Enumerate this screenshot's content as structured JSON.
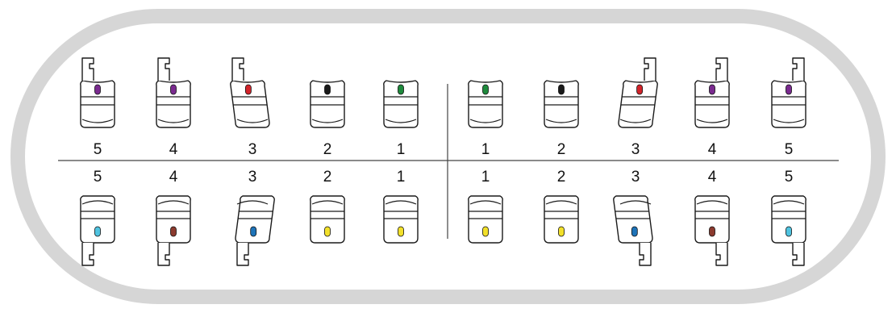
{
  "colors": {
    "frame": "#d6d6d6",
    "outline": "#1a1a1a",
    "divider": "#444444"
  },
  "upper_arch": [
    {
      "label": "5",
      "dot": "#7a2a8f",
      "hook": "upper-left"
    },
    {
      "label": "4",
      "dot": "#7a2a8f",
      "hook": "upper-left"
    },
    {
      "label": "3",
      "dot": "#d2232a",
      "hook": "upper-left-tilted"
    },
    {
      "label": "2",
      "dot": "#1a1a1a",
      "hook": "none"
    },
    {
      "label": "1",
      "dot": "#1e8a3c",
      "hook": "none"
    },
    {
      "label": "1",
      "dot": "#1e8a3c",
      "hook": "none"
    },
    {
      "label": "2",
      "dot": "#1a1a1a",
      "hook": "none"
    },
    {
      "label": "3",
      "dot": "#d2232a",
      "hook": "upper-right-tilted"
    },
    {
      "label": "4",
      "dot": "#7a2a8f",
      "hook": "upper-right"
    },
    {
      "label": "5",
      "dot": "#7a2a8f",
      "hook": "upper-right"
    }
  ],
  "lower_arch": [
    {
      "label": "5",
      "dot": "#4fc3e0",
      "hook": "lower-left"
    },
    {
      "label": "4",
      "dot": "#8b3a2e",
      "hook": "lower-left"
    },
    {
      "label": "3",
      "dot": "#1e73b8",
      "hook": "lower-left-tilted"
    },
    {
      "label": "2",
      "dot": "#f2e02a",
      "hook": "none"
    },
    {
      "label": "1",
      "dot": "#f2e02a",
      "hook": "none"
    },
    {
      "label": "1",
      "dot": "#f2e02a",
      "hook": "none"
    },
    {
      "label": "2",
      "dot": "#f2e02a",
      "hook": "none"
    },
    {
      "label": "3",
      "dot": "#1e73b8",
      "hook": "lower-right-tilted"
    },
    {
      "label": "4",
      "dot": "#8b3a2e",
      "hook": "lower-right"
    },
    {
      "label": "5",
      "dot": "#4fc3e0",
      "hook": "lower-right"
    }
  ]
}
